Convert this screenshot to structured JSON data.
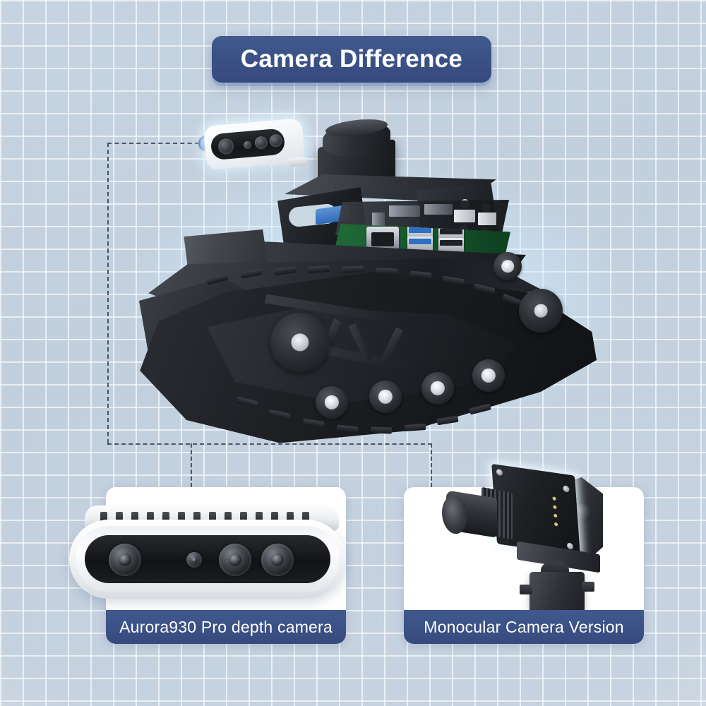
{
  "page": {
    "title": "Camera Difference",
    "background_color": "#c4d1df",
    "grid_line_color": "#ffffff"
  },
  "theme": {
    "navy": "#3a5184",
    "navy_dark": "#37497e",
    "marker_blue": "#4a7ee0",
    "card_white": "#ffffff",
    "dash_color": "#4a5568",
    "glow_color": "#d8f2ff"
  },
  "header": {
    "banner_label": "Camera Difference"
  },
  "hero": {
    "robot_name": "tracked-robot-tank",
    "callout_marker": "camera-mount-marker",
    "parts": {
      "lidar": "lidar-unit",
      "board": "single-board-computer",
      "tracks": "rubber-tracks",
      "camera": "depth-camera-module"
    }
  },
  "cards": [
    {
      "id": "depth-camera-card",
      "caption": "Aurora930 Pro depth camera",
      "image_name": "aurora930-pro-depth-camera",
      "lens_count": 4
    },
    {
      "id": "monocular-camera-card",
      "caption": "Monocular Camera Version",
      "image_name": "monocular-camera-module-with-servo-bracket",
      "lens_count": 1
    }
  ]
}
